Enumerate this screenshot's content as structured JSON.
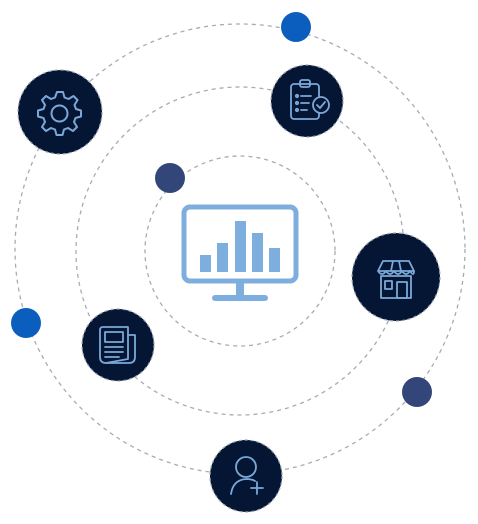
{
  "colors": {
    "background": "#ffffff",
    "orbit": "#a7abb3",
    "node_fill": "#051634",
    "node_border": "#9ea7b5",
    "icon_stroke": "#7ba8d9",
    "monitor": "#7eaede",
    "dot_blue": "#0b5ebd",
    "dot_navy": "#33467a"
  },
  "center": {
    "icon": "monitor-bar-chart-icon"
  },
  "nodes": [
    {
      "id": "settings",
      "icon": "gear-icon"
    },
    {
      "id": "tasks",
      "icon": "clipboard-check-icon"
    },
    {
      "id": "store",
      "icon": "storefront-icon"
    },
    {
      "id": "news",
      "icon": "newspaper-icon"
    },
    {
      "id": "user",
      "icon": "user-add-icon"
    }
  ]
}
